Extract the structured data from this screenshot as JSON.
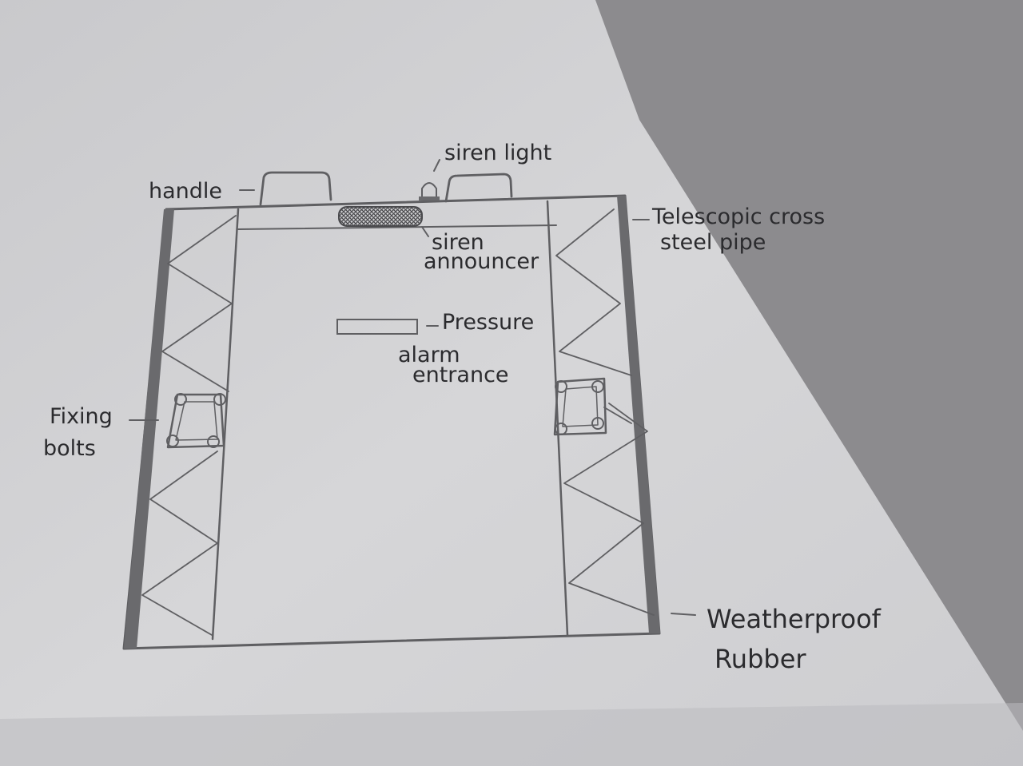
{
  "labels": {
    "handle": "handle",
    "siren_light": "siren light",
    "siren_announcer_1": "siren",
    "siren_announcer_2": "announcer",
    "telescopic_1": "Telescopic cross",
    "telescopic_2": "steel pipe",
    "pressure_1": "Pressure",
    "pressure_2": "alarm",
    "pressure_3": "entrance",
    "fixing_1": "Fixing",
    "fixing_2": "bolts",
    "rubber_1": "Weatherproof",
    "rubber_2": "Rubber"
  },
  "colors": {
    "paper": "#d2d2d4",
    "table": "#8c8b8e",
    "pencil": "#5f5f62",
    "ink": "#2b2b2e"
  }
}
